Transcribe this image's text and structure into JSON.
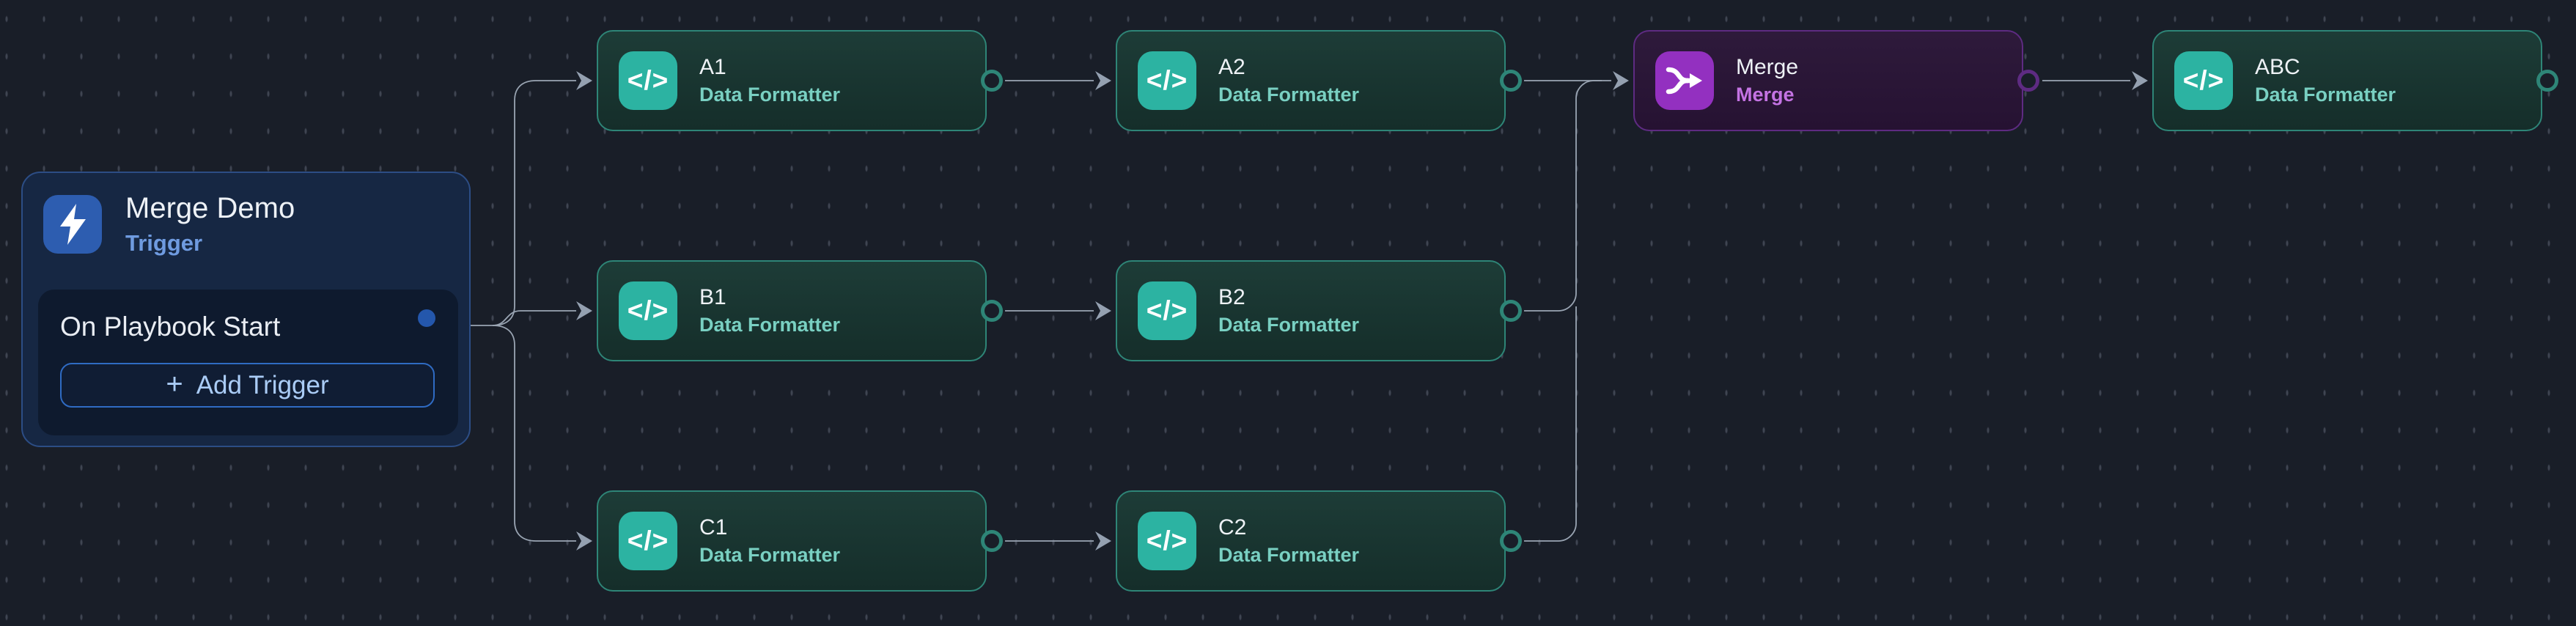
{
  "canvas": {
    "background": "#191e28",
    "edge_color": "#9aa5b3",
    "teal_accent": "#2cb3a2",
    "purple_accent": "#9330c0",
    "blue_accent": "#2d5db0"
  },
  "icons": {
    "code_glyph": "</>",
    "bolt_icon": "lightning-bolt",
    "merge_icon": "merge-arrows"
  },
  "trigger": {
    "title": "Merge Demo",
    "type_label": "Trigger",
    "event_label": "On Playbook Start",
    "plus_glyph": "+",
    "add_trigger_label": "Add Trigger"
  },
  "nodes": [
    {
      "id": "A1",
      "title": "A1",
      "subtitle": "Data Formatter",
      "type": "formatter"
    },
    {
      "id": "A2",
      "title": "A2",
      "subtitle": "Data Formatter",
      "type": "formatter"
    },
    {
      "id": "B1",
      "title": "B1",
      "subtitle": "Data Formatter",
      "type": "formatter"
    },
    {
      "id": "B2",
      "title": "B2",
      "subtitle": "Data Formatter",
      "type": "formatter"
    },
    {
      "id": "C1",
      "title": "C1",
      "subtitle": "Data Formatter",
      "type": "formatter"
    },
    {
      "id": "C2",
      "title": "C2",
      "subtitle": "Data Formatter",
      "type": "formatter"
    },
    {
      "id": "Merge",
      "title": "Merge",
      "subtitle": "Merge",
      "type": "merge"
    },
    {
      "id": "ABC",
      "title": "ABC",
      "subtitle": "Data Formatter",
      "type": "formatter"
    }
  ]
}
